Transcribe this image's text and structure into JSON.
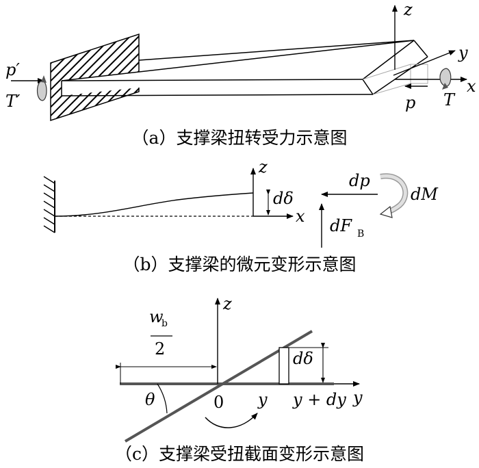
{
  "panel_a": {
    "caption": "（a）支撑梁扭转受力示意图",
    "labels": {
      "p_prime": "p′",
      "T_prime": "T′",
      "z": "z",
      "y": "y",
      "x": "x",
      "p": "p",
      "T": "T"
    }
  },
  "panel_b": {
    "caption": "（b）支撑梁的微元变形示意图",
    "labels": {
      "z": "z",
      "x": "x",
      "d_delta": "dδ",
      "dp": "dp",
      "dM": "dM",
      "dF": "dF",
      "dF_sub": "B"
    }
  },
  "panel_c": {
    "caption": "（c）支撑梁受扭截面变形示意图",
    "labels": {
      "wb": "w",
      "wb_sub": "b",
      "two": "2",
      "z": "z",
      "y_axis": "y",
      "theta": "θ",
      "zero": "0",
      "y_point": "y",
      "y_dy": "y + dy",
      "d_delta": "dδ"
    }
  }
}
